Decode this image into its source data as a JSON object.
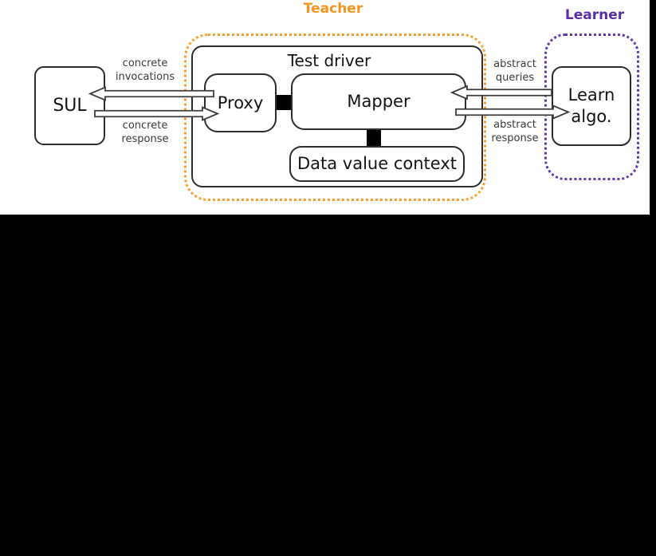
{
  "figure": {
    "background": "#000000",
    "panel_background": "#ffffff",
    "regions": {
      "teacher": {
        "label": "Teacher",
        "text_color": "#f7941d",
        "border_color": "#fc9e2e",
        "border_style": "dotted"
      },
      "learner": {
        "label": "Learner",
        "text_color": "#5930a3",
        "border_color": "#6239b0",
        "border_style": "dotted"
      }
    },
    "nodes": {
      "sul": {
        "label": "SUL"
      },
      "test_driver": {
        "label": "Test driver"
      },
      "proxy": {
        "label": "Proxy"
      },
      "mapper": {
        "label": "Mapper"
      },
      "data_value_context": {
        "label": "Data value context"
      },
      "learn_algo": {
        "label": "Learn algo.",
        "line1": "Learn",
        "line2": "algo."
      }
    },
    "edges": {
      "concrete_invocations": {
        "line1": "concrete",
        "line2": "invocations",
        "from": "Proxy",
        "to": "SUL",
        "direction": "left"
      },
      "concrete_response": {
        "line1": "concrete",
        "line2": "response",
        "from": "SUL",
        "to": "Proxy",
        "direction": "right"
      },
      "abstract_queries": {
        "line1": "abstract",
        "line2": "queries",
        "from": "Learn algo.",
        "to": "Mapper",
        "direction": "left"
      },
      "abstract_response": {
        "line1": "abstract",
        "line2": "response",
        "from": "Mapper",
        "to": "Learn algo.",
        "direction": "right"
      }
    },
    "colors": {
      "box_border": "#2d2d2d",
      "box_text": "#141414",
      "edge_label_text": "#3c3c3c",
      "arrow_outline": "#3d3d3d",
      "arrow_fill": "#ffffff",
      "connector_fill": "#000000"
    }
  }
}
